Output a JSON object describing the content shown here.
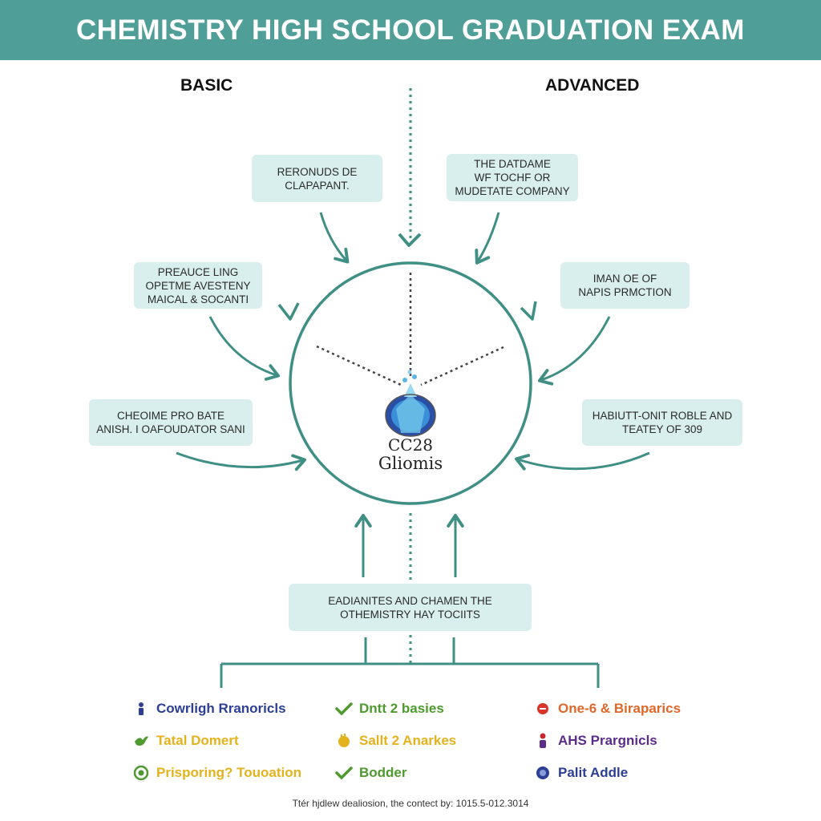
{
  "header": {
    "title": "CHEMISTRY HIGH SCHOOL GRADUATION EXAM"
  },
  "columns": {
    "left": "BASIC",
    "right": "ADVANCED"
  },
  "boxes": {
    "top_left": [
      "RERONUDS DE",
      "CLAPAPANT."
    ],
    "top_right": [
      "THE DATDAME",
      "WF TOCHF OR",
      "MUDETATE COMPANY"
    ],
    "mid_left": [
      "PREAUCE LING",
      "OPETME AVESTENY",
      "MAICAL & SOCANTI"
    ],
    "mid_right": [
      "IMAN OE OF",
      "NAPIS PRMCTION"
    ],
    "low_left": [
      "CHEOIME PRO BATE",
      "ANISH. I OAFOUDATOR SANI"
    ],
    "low_right": [
      "HABIUTT-ONIT ROBLE AND",
      "TEATEY OF 309"
    ],
    "bottom": [
      "EADIANITES AND CHAMEN THE",
      "OTHEMISTRY HAY TOCIITS"
    ]
  },
  "center": {
    "code": "CC28",
    "name": "Gliomis"
  },
  "legend": [
    {
      "label": "Cowrligh Rranoricls",
      "color": "#2c3f95",
      "icon": "person-icon"
    },
    {
      "label": "Tatal Domert",
      "color": "#e3b21c",
      "icon": "bird-icon"
    },
    {
      "label": "Prisporing? Touoation",
      "color": "#e3b21c",
      "icon": "badge-icon"
    },
    {
      "label": "Dntt 2 basies",
      "color": "#4e9a2e",
      "icon": "check-icon"
    },
    {
      "label": "Sallt 2 Anarkes",
      "color": "#e3b21c",
      "icon": "hand-icon"
    },
    {
      "label": "Bodder",
      "color": "#4e9a2e",
      "icon": "check-icon"
    },
    {
      "label": "One-6 & Biraparics",
      "color": "#e0662a",
      "icon": "dot-icon"
    },
    {
      "label": "AHS Prargnicls",
      "color": "#5b2d8a",
      "icon": "figure-icon"
    },
    {
      "label": "Palit Addle",
      "color": "#2c3f95",
      "icon": "circle-icon"
    }
  ],
  "footer": {
    "text": "Ttér hjdlew dealiosion, the contect by: 1015.5-012.3014"
  },
  "colors": {
    "accent": "#4f9f98",
    "box": "#d9efee",
    "line": "#3f8f85"
  }
}
